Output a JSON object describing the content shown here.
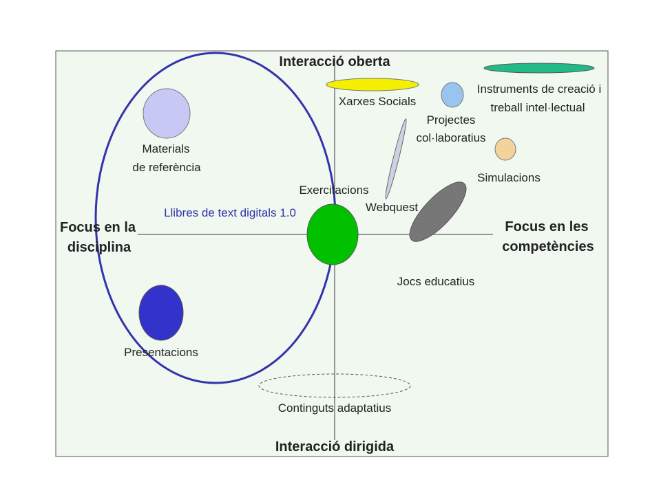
{
  "axes": {
    "top": "Interacció oberta",
    "bottom": "Interacció dirigida",
    "left": [
      "Focus en la",
      "disciplina"
    ],
    "right": [
      "Focus en les",
      "competències"
    ]
  },
  "regions": {
    "big_circle_label": "Llibres de text digitals 1.0"
  },
  "items": {
    "materials": [
      "Materials",
      "de referència"
    ],
    "xarxes": "Xarxes Socials",
    "instruments": [
      "Instruments de creació i",
      "treball intel·lectual"
    ],
    "projectes": [
      "Projectes",
      "col·laboratius"
    ],
    "simulacions": "Simulacions",
    "exercitacions": "Exercitacions",
    "webquest": "Webquest",
    "jocs": "Jocs educatius",
    "presentacions": "Presentacions",
    "continguts": "Continguts adaptatius"
  },
  "colors": {
    "background": "#f0f8f0",
    "frame": "#555555",
    "axis": "#777777",
    "big_circle": "#3333aa",
    "materials": "#c8c8f4",
    "xarxes": "#f4f000",
    "instruments": "#22bb88",
    "projectes": "#99c4f0",
    "simulacions": "#f4d29c",
    "exercitacions": "#00c000",
    "webquest": "#d0d0e4",
    "jocs": "#777777",
    "presentacions": "#3333cc"
  }
}
